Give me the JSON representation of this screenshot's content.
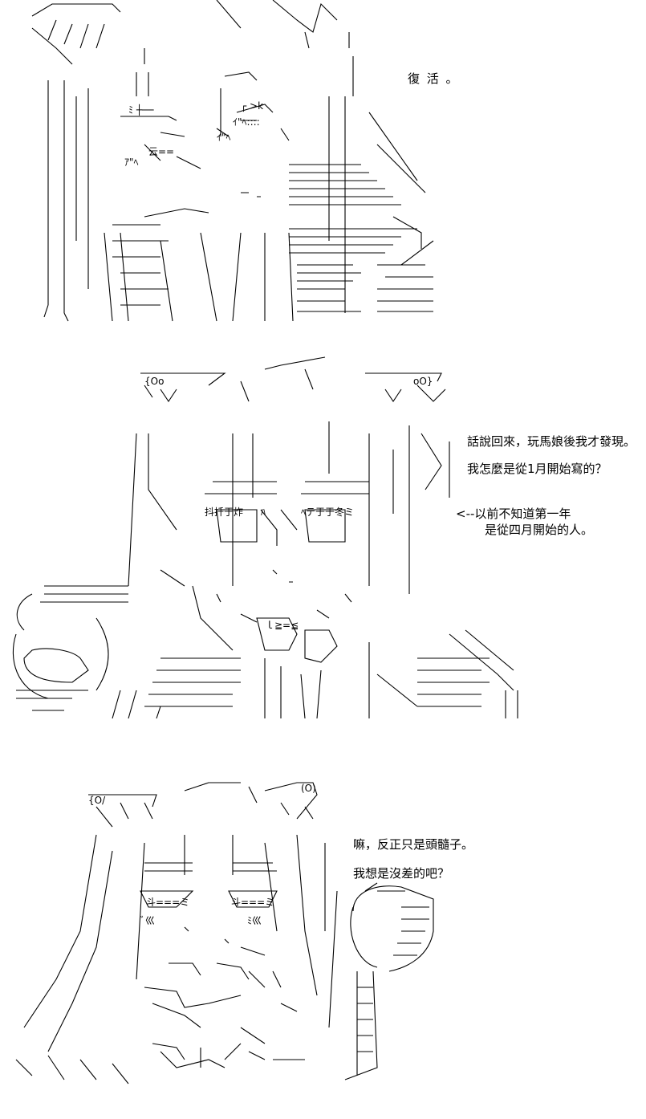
{
  "panels": [
    {
      "captions": [
        "復 活 。"
      ],
      "art_text": [
        "ﾐ ┼──",
        "ｲ\"ﾍ",
        "┌ >k",
        "ｲ\"ﾍ::::",
        "ｱ\"ﾍ",
        "云=="
      ]
    },
    {
      "captions": [
        "話說回來，玩馬娘後我才發現。",
        "我怎麼是從1月開始寫的？",
        "<--以前不知道第一年",
        "是從四月開始的人。"
      ],
      "art_text": [
        "{Oo",
        "oO}",
        "抖扦于炸",
        "ﾊ",
        "ﾍテ于于冬ミ",
        "ｌ≧=≦"
      ]
    },
    {
      "captions": [
        "嘛，反正只是頭髓子。",
        "我想是沒差的吧？"
      ],
      "art_text": [
        "{O/",
        "(O)",
        "斗===ミ",
        "斗===ミ",
        "ﾞ巛",
        "ﾐ巛"
      ]
    }
  ]
}
